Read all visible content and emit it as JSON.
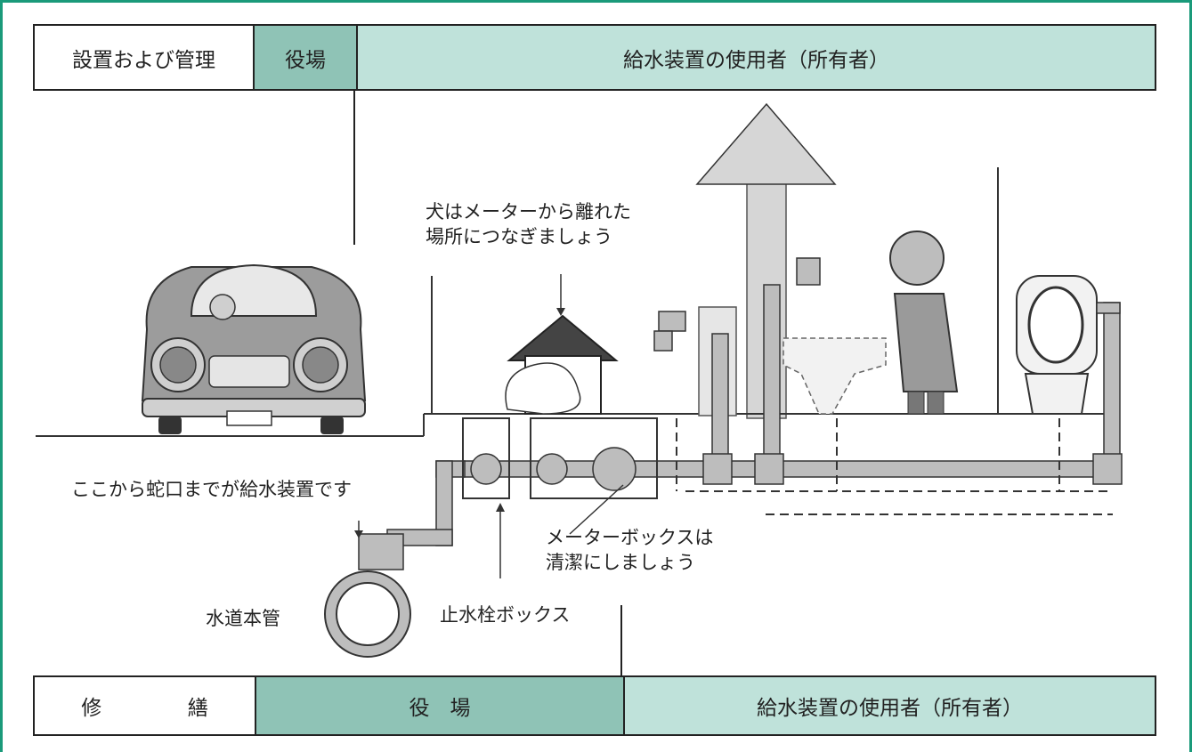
{
  "top_bar": {
    "category": "設置および管理",
    "town_office": "役場",
    "user": "給水装置の使用者（所有者）"
  },
  "bottom_bar": {
    "category": "修　繕",
    "town_office": "役　場",
    "user": "給水装置の使用者（所有者）"
  },
  "labels": {
    "dog_note_line1": "犬はメーターから離れた",
    "dog_note_line2": "場所につなぎましょう",
    "supply_start": "ここから蛇口までが給水装置です",
    "meter_box_line1": "メーターボックスは",
    "meter_box_line2": "清潔にしましょう",
    "main_pipe": "水道本管",
    "stop_valve_box": "止水栓ボックス"
  },
  "colors": {
    "frame": "#1a9a7a",
    "town_office_fill": "#8fc3b6",
    "user_fill": "#bfe2da",
    "pipe_fill": "#bdbdbd"
  }
}
